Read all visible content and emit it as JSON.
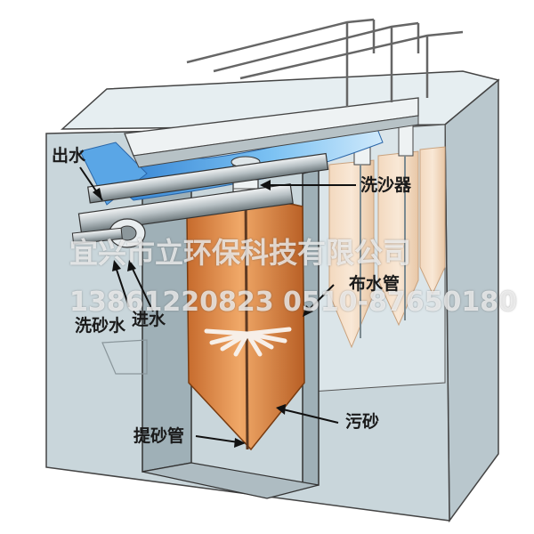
{
  "labels": {
    "outlet": "出水",
    "sand_washer": "洗沙器",
    "distribution_pipe": "布水管",
    "sand_wash_water": "洗砂水",
    "inlet": "进水",
    "sand_lift_pipe": "提砂管",
    "dirty_sand": "污砂"
  },
  "watermark": {
    "company": "宜兴市立环保科技有限公司",
    "phone": "13861220823  0510-87650180"
  },
  "colors": {
    "tank_wall": "#c9d6db",
    "media_bed": "#e59a5a",
    "water": "#4a9be0",
    "background": "#ffffff"
  }
}
